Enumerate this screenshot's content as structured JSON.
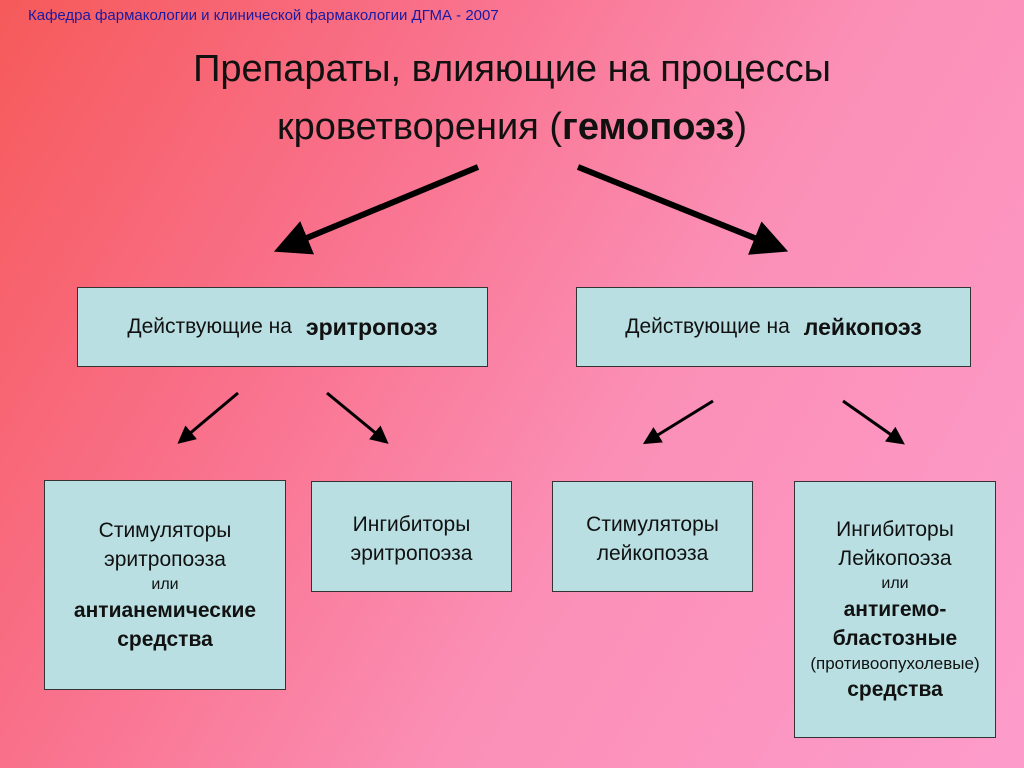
{
  "header": "Кафедра  фармакологии и клинической фармакологии ДГМА - 2007",
  "title": {
    "line1": "Препараты,  влияющие  на  процессы",
    "line2_prefix": "кроветворения  (",
    "line2_bold": "гемопоэз",
    "line2_suffix": ")"
  },
  "mid_left": {
    "text": "Действующие  на",
    "bold": "эритропоэз"
  },
  "mid_right": {
    "text": "Действующие  на",
    "bold": "лейкопоэз"
  },
  "box1": {
    "l1": "Стимуляторы",
    "l2": "эритропоэза",
    "or": "или",
    "b1": "антианемические",
    "b2": "средства"
  },
  "box2": {
    "l1": "Ингибиторы",
    "l2": "эритропоэза"
  },
  "box3": {
    "l1": "Стимуляторы",
    "l2": "лейкопоэза"
  },
  "box4": {
    "l1": "Ингибиторы",
    "l2": "Лейкопоэза",
    "or": "или",
    "b1": "антигемо-",
    "b2": "бластозные",
    "paren": "(противоопухолевые)",
    "b3": "средства"
  }
}
